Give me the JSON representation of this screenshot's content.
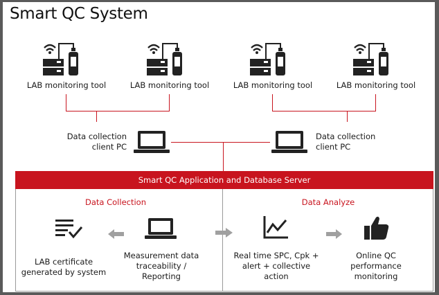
{
  "title": "Smart QC System",
  "lab_tools": [
    {
      "label": "LAB monitoring tool"
    },
    {
      "label": "LAB monitoring tool"
    },
    {
      "label": "LAB monitoring tool"
    },
    {
      "label": "LAB monitoring tool"
    }
  ],
  "clients": [
    {
      "label_line1": "Data collection",
      "label_line2": "client PC"
    },
    {
      "label_line1": "Data collection",
      "label_line2": "client PC"
    }
  ],
  "server": {
    "label": "Smart QC Application and Database Server"
  },
  "data_collection": {
    "title": "Data Collection",
    "items": [
      {
        "icon": "checklist-icon",
        "lines": [
          "LAB certificate",
          "generated by system"
        ]
      },
      {
        "icon": "laptop-icon",
        "lines": [
          "Measurement data",
          "traceability /",
          "Reporting"
        ]
      }
    ]
  },
  "data_analyze": {
    "title": "Data Analyze",
    "items": [
      {
        "icon": "line-chart-icon",
        "lines": [
          "Real time SPC, Cpk +",
          "alert + collective",
          "action"
        ]
      },
      {
        "icon": "thumbs-up-icon",
        "lines": [
          "Online QC",
          "performance",
          "monitoring"
        ]
      }
    ]
  },
  "colors": {
    "accent": "#c8141e",
    "arrow": "#a0a0a0",
    "text": "#1a1a1a"
  }
}
